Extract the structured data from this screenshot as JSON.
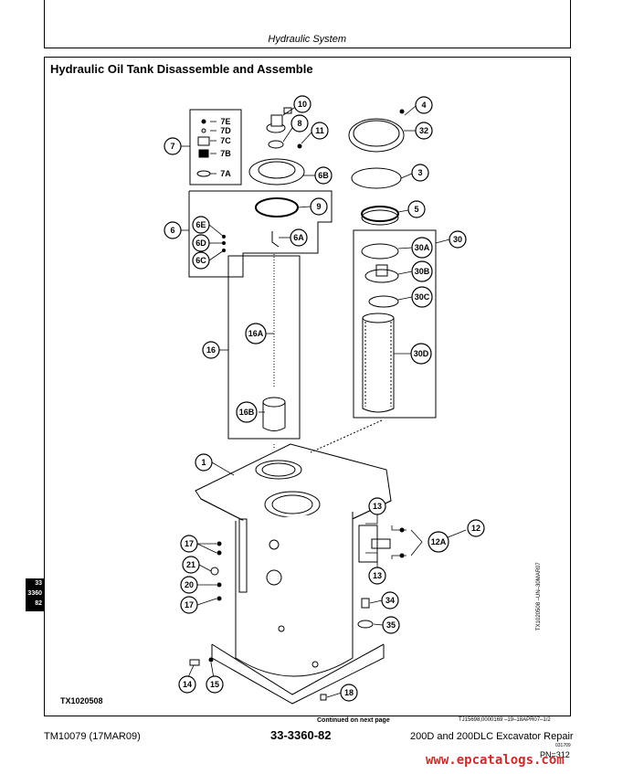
{
  "header": {
    "section": "Hydraulic System"
  },
  "title": "Hydraulic Oil Tank Disassemble and Assemble",
  "figure_id": "TX1020508",
  "continued": "Continued on next page",
  "ref_code": "TJ15698,0000169  –19–18APR07–1/2",
  "vertical_ref": "TX1020508 –UN–30MAR07",
  "side_tab": [
    "33",
    "3360",
    "82"
  ],
  "footer": {
    "left": "TM10079 (17MAR09)",
    "center": "33-3360-82",
    "right": "200D and 200DLC Excavator Repair",
    "small_code": "031709",
    "page": "PN=312"
  },
  "watermark": "www.epcatalogs.com",
  "callouts": {
    "c10": "10",
    "c8": "8",
    "c11": "11",
    "c7": "7",
    "c7E": "7E",
    "c7D": "7D",
    "c7C": "7C",
    "c7B": "7B",
    "c7A": "7A",
    "c6B": "6B",
    "c9": "9",
    "c6": "6",
    "c6E": "6E",
    "c6D": "6D",
    "c6C": "6C",
    "c6A": "6A",
    "c4": "4",
    "c32": "32",
    "c3": "3",
    "c5": "5",
    "c30": "30",
    "c30A": "30A",
    "c30B": "30B",
    "c30C": "30C",
    "c30D": "30D",
    "c16": "16",
    "c16A": "16A",
    "c16B": "16B",
    "c1": "1",
    "c13a": "13",
    "c13b": "13",
    "c12": "12",
    "c12A": "12A",
    "c17a": "17",
    "c21": "21",
    "c20": "20",
    "c17b": "17",
    "c34": "34",
    "c35": "35",
    "c14": "14",
    "c15": "15",
    "c18": "18"
  }
}
